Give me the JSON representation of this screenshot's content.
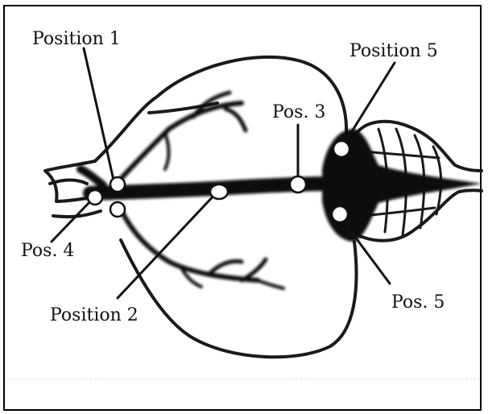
{
  "labels": {
    "position_1": "Position 1",
    "position_2": "Position 2",
    "pos_3": "Pos. 3",
    "pos_4": "Pos. 4",
    "position_5_top": "Position 5",
    "pos_5_bottom": "Pos. 5"
  },
  "colors": {
    "ink": "#111111",
    "marker_fill": "#ffffff",
    "background": "#ffffff"
  }
}
